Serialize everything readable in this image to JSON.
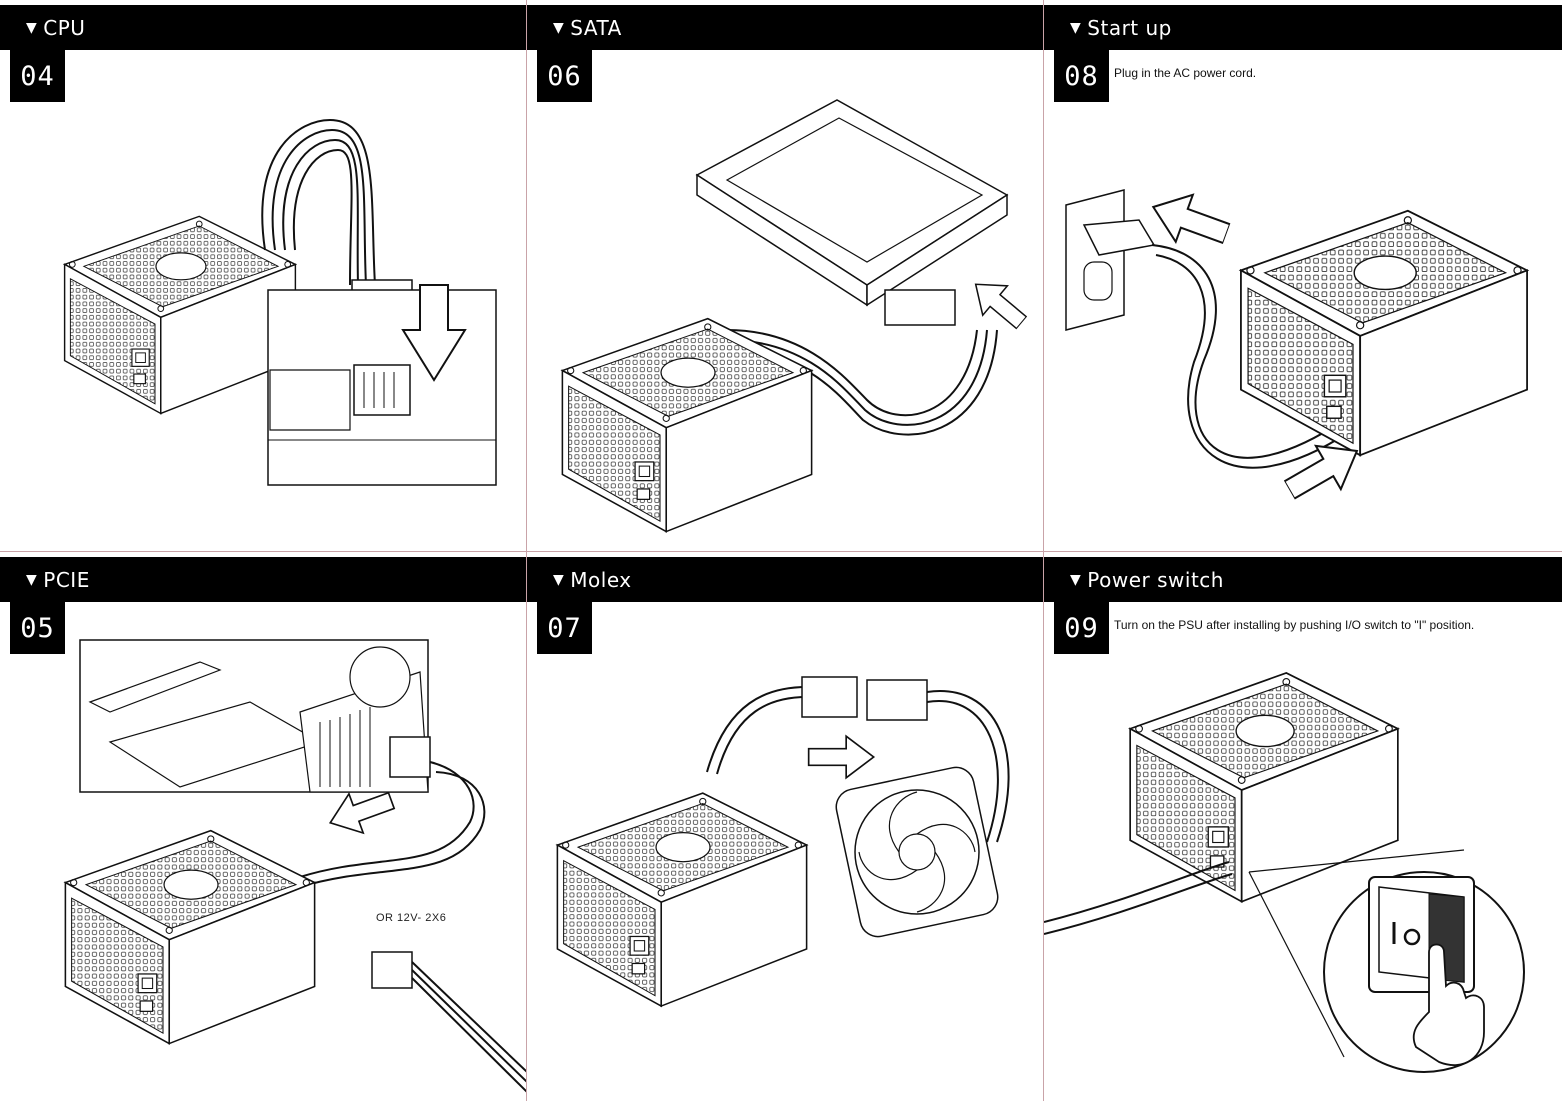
{
  "panels": [
    {
      "title": "CPU",
      "step": "04",
      "instruction": ""
    },
    {
      "title": "SATA",
      "step": "06",
      "instruction": ""
    },
    {
      "title": "Start up",
      "step": "08",
      "instruction": "Plug in the AC power cord."
    },
    {
      "title": "PCIE",
      "step": "05",
      "instruction": ""
    },
    {
      "title": "Molex",
      "step": "07",
      "instruction": ""
    },
    {
      "title": "Power switch",
      "step": "09",
      "instruction": "Turn on the PSU after installing by pushing I/O switch to \"I\" position."
    }
  ],
  "pcie_note": "OR 12V- 2X6",
  "icons": [
    "triangle-down-icon",
    "psu-icon",
    "arrow-icon",
    "hard-drive-icon",
    "fan-icon",
    "wall-outlet-icon",
    "rocker-switch-icon",
    "hand-pointer-icon"
  ]
}
